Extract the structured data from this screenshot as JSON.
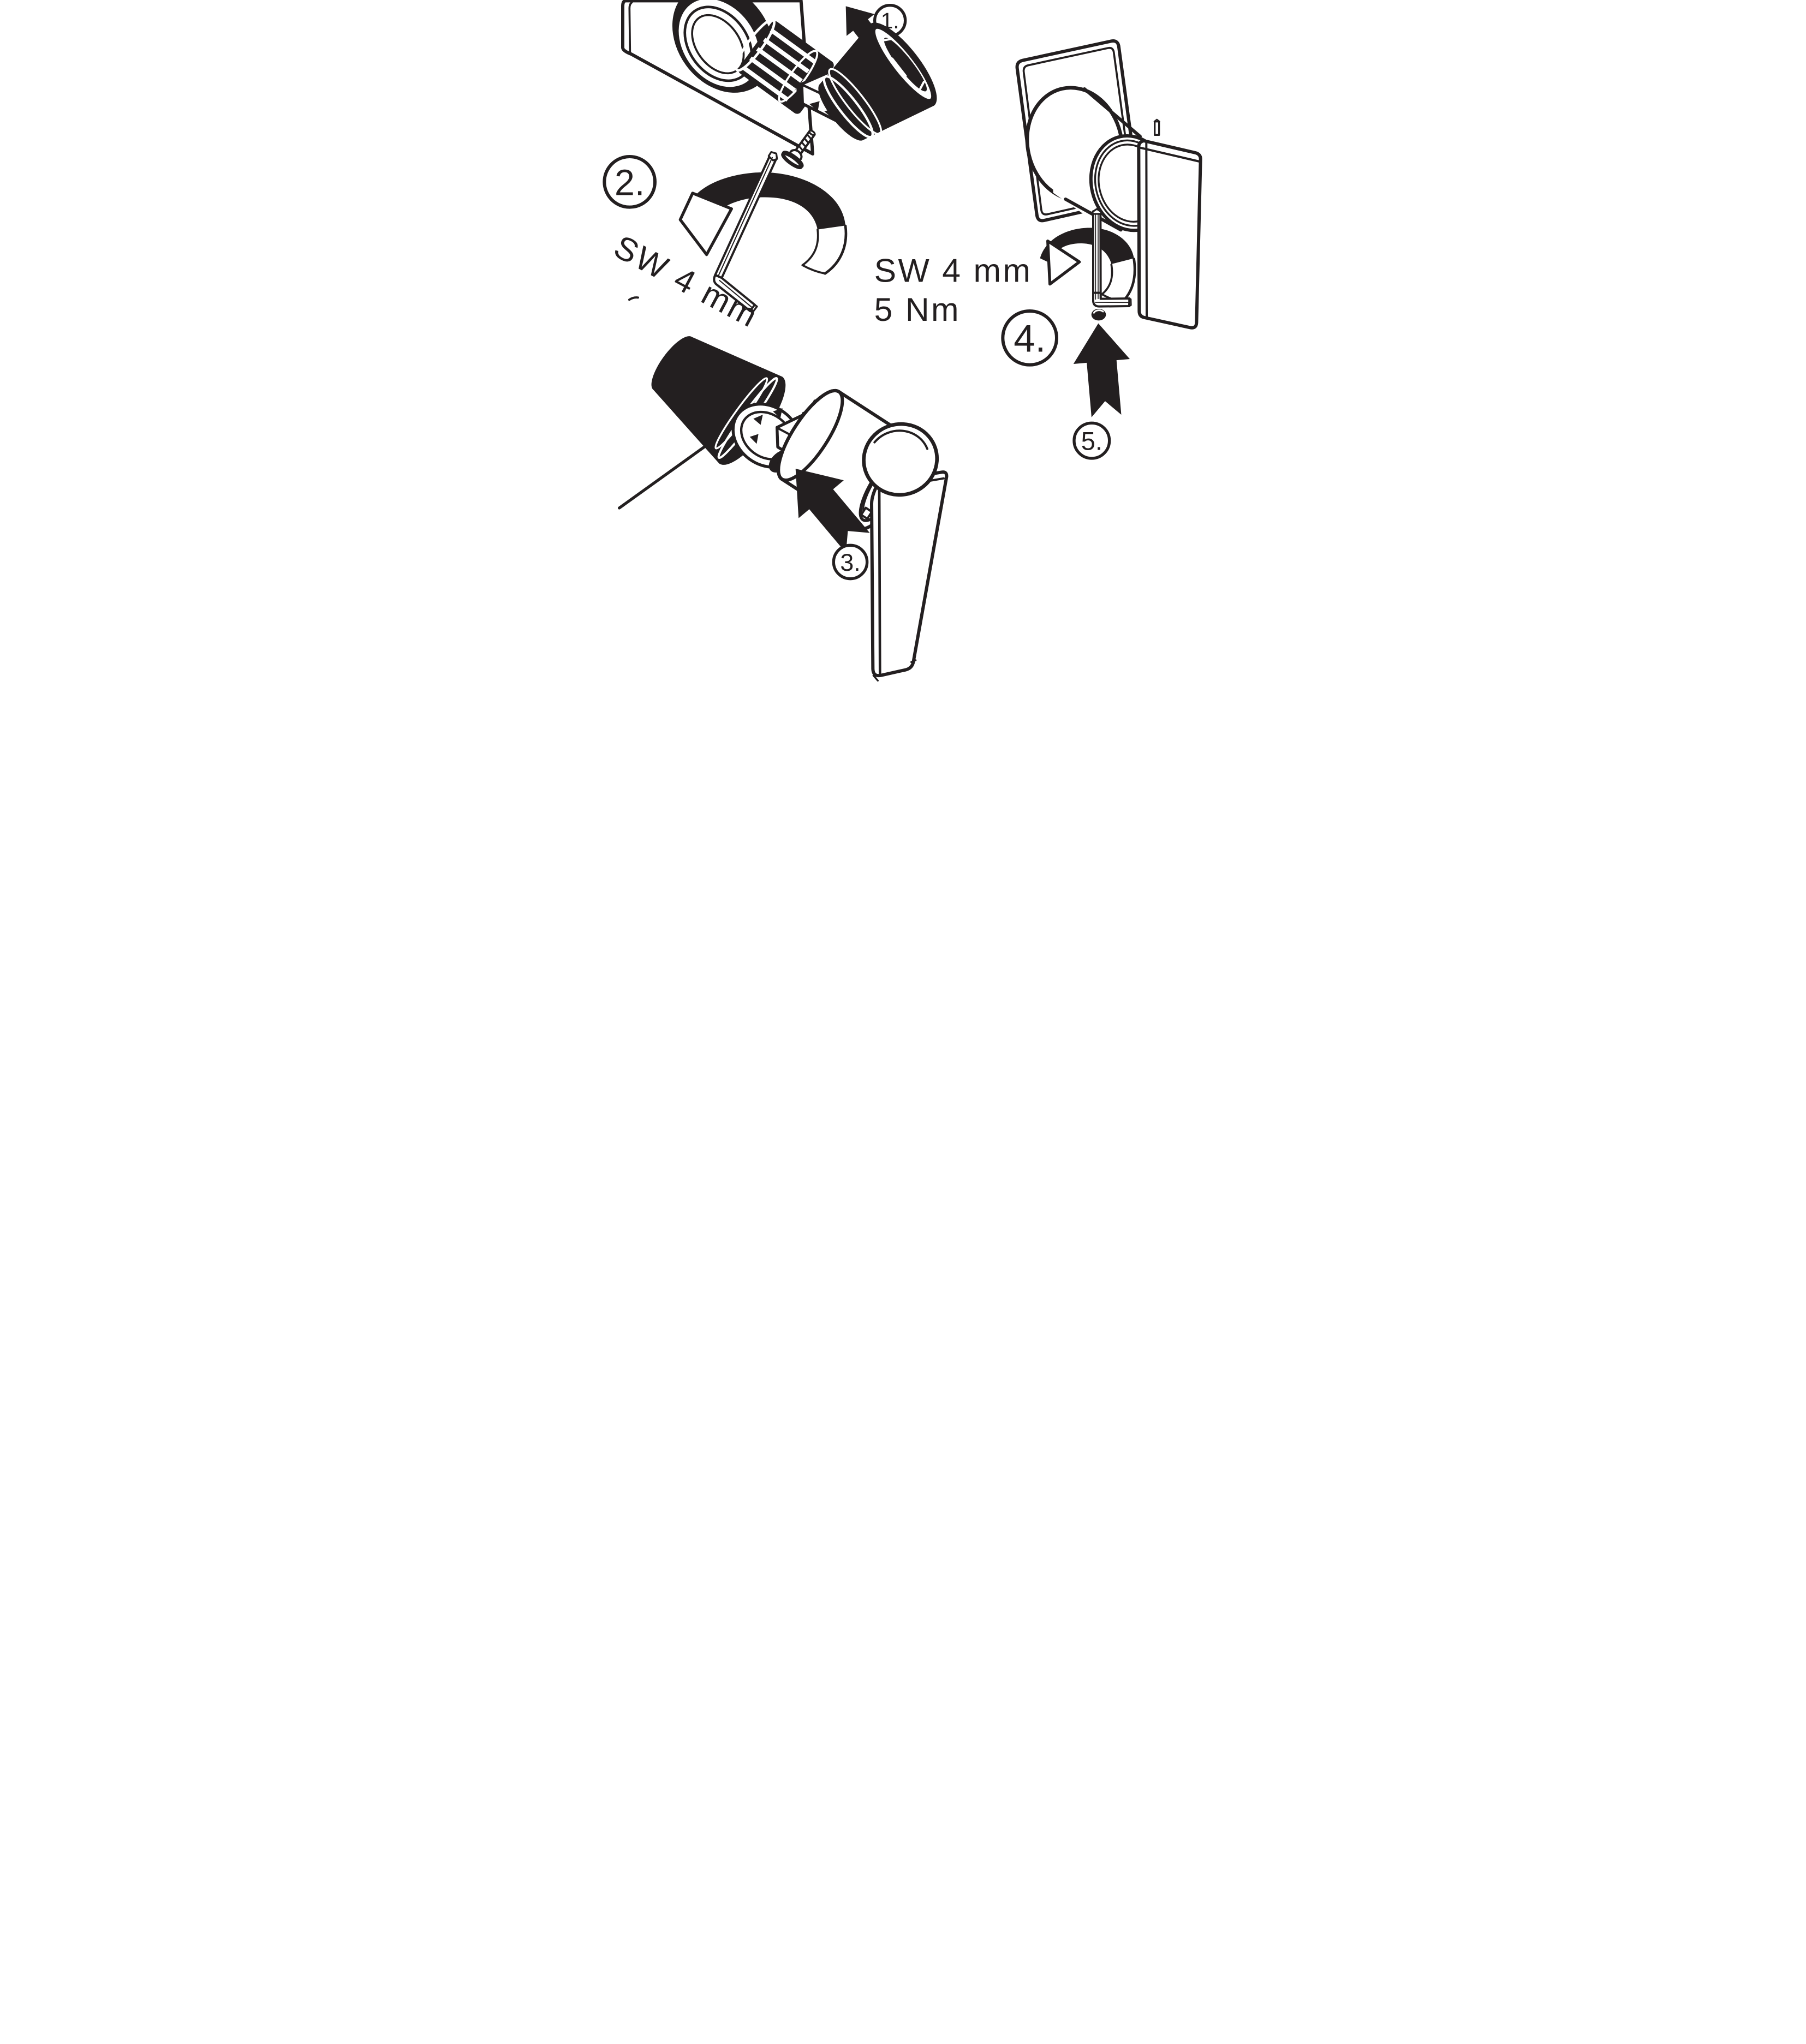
{
  "document": {
    "kind": "installation-instruction-diagram",
    "subject": "concealed valve handle mounting / removal",
    "background_color": "#ffffff",
    "ink_color": "#231f20"
  },
  "steps": [
    {
      "label": "1."
    },
    {
      "label": "2."
    },
    {
      "label": "3."
    },
    {
      "label": "4."
    },
    {
      "label": "5."
    }
  ],
  "annotations": {
    "step2_tool": {
      "text": "SW 4 mm",
      "rotation_deg": 28
    },
    "step4_tool": {
      "text": "SW 4 mm"
    },
    "step4_torque": {
      "text": "5 Nm"
    }
  },
  "icons": [
    "arrow-up-left-icon",
    "rotate-counterclockwise-icon",
    "arrow-up-left-icon",
    "rotate-clockwise-icon",
    "arrow-up-icon"
  ],
  "parts_depicted": [
    "wall-plate-with-valve-cartridge",
    "stop-sleeve-nut",
    "fixing-screw",
    "allen-key",
    "valve-cartridge-with-adapter",
    "chrome-sleeve",
    "lever-handle",
    "assembled-escutcheon-with-handle",
    "set-screw"
  ]
}
